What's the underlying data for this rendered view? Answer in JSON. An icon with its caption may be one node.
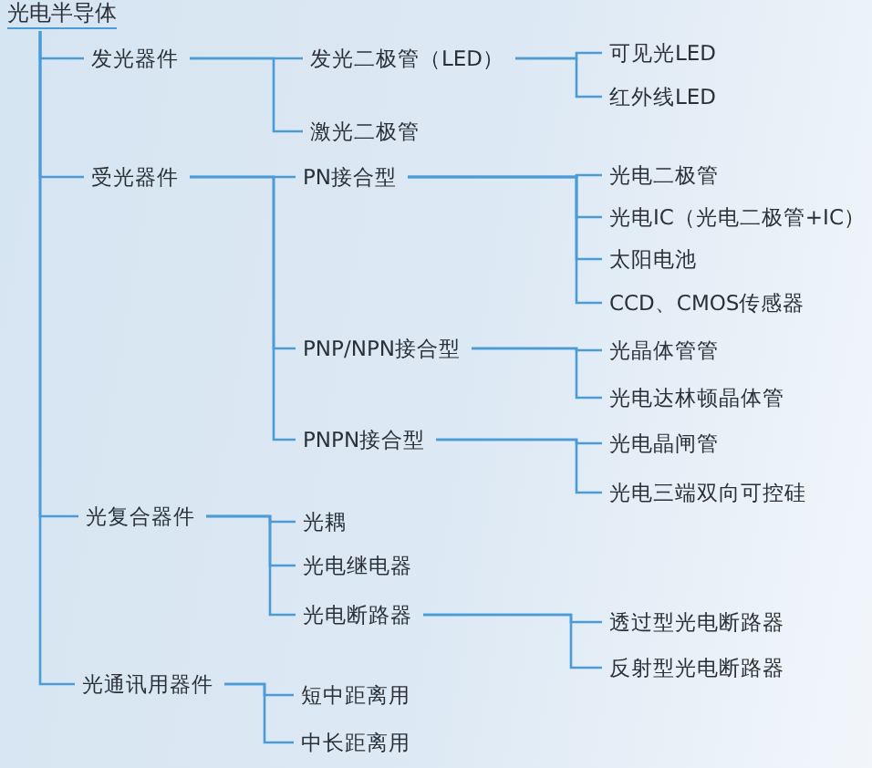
{
  "diagram": {
    "nodes": [
      {
        "text": [
          "光电半导体"
        ]
      },
      {
        "text": [
          "发光器件"
        ]
      },
      {
        "text": [
          "发光二极管（LED）"
        ]
      },
      {
        "text": [
          "可见光LED"
        ]
      },
      {
        "text": [
          "红外线LED"
        ]
      },
      {
        "text": [
          "激光二极管"
        ]
      },
      {
        "text": [
          "受光器件"
        ]
      },
      {
        "text": [
          "PN接合型"
        ]
      },
      {
        "text": [
          "光电二极管"
        ]
      },
      {
        "text": [
          "光电IC（光电二极管+IC）"
        ]
      },
      {
        "text": [
          "太阳电池"
        ]
      },
      {
        "text": [
          "CCD、CMOS传感器"
        ]
      },
      {
        "text": [
          "PNP/NPN接合型"
        ]
      },
      {
        "text": [
          "光晶体管管"
        ]
      },
      {
        "text": [
          "光电达林顿晶体管"
        ]
      },
      {
        "text": [
          "PNPN接合型"
        ]
      },
      {
        "text": [
          "光电晶闸管"
        ]
      },
      {
        "text": [
          "光电三端双向可控硅"
        ]
      },
      {
        "text": [
          "光复合器件"
        ]
      },
      {
        "text": [
          "光耦"
        ]
      },
      {
        "text": [
          "光电继电器"
        ]
      },
      {
        "text": [
          "光电断路器"
        ]
      },
      {
        "text": [
          "透过型光电断路器"
        ]
      },
      {
        "text": [
          "反射型光电断路器"
        ]
      },
      {
        "text": [
          "光通讯用器件"
        ]
      },
      {
        "text": [
          "短中距离用"
        ]
      },
      {
        "text": [
          "中长距离用"
        ]
      }
    ],
    "edges": [
      {
        "from": 0,
        "to": 1,
        "arrow": "none"
      },
      {
        "from": 0,
        "to": 6,
        "arrow": "none"
      },
      {
        "from": 0,
        "to": 18,
        "arrow": "none"
      },
      {
        "from": 0,
        "to": 24,
        "arrow": "none"
      },
      {
        "from": 1,
        "to": 2,
        "arrow": "none"
      },
      {
        "from": 1,
        "to": 5,
        "arrow": "none"
      },
      {
        "from": 2,
        "to": 3,
        "arrow": "none"
      },
      {
        "from": 2,
        "to": 4,
        "arrow": "none"
      },
      {
        "from": 6,
        "to": 7,
        "arrow": "none"
      },
      {
        "from": 6,
        "to": 12,
        "arrow": "none"
      },
      {
        "from": 6,
        "to": 15,
        "arrow": "none"
      },
      {
        "from": 7,
        "to": 8,
        "arrow": "none"
      },
      {
        "from": 7,
        "to": 9,
        "arrow": "none"
      },
      {
        "from": 7,
        "to": 10,
        "arrow": "none"
      },
      {
        "from": 7,
        "to": 11,
        "arrow": "none"
      },
      {
        "from": 12,
        "to": 13,
        "arrow": "none"
      },
      {
        "from": 12,
        "to": 14,
        "arrow": "none"
      },
      {
        "from": 15,
        "to": 16,
        "arrow": "none"
      },
      {
        "from": 15,
        "to": 17,
        "arrow": "none"
      },
      {
        "from": 18,
        "to": 19,
        "arrow": "none"
      },
      {
        "from": 18,
        "to": 20,
        "arrow": "none"
      },
      {
        "from": 18,
        "to": 21,
        "arrow": "none"
      },
      {
        "from": 21,
        "to": 22,
        "arrow": "none"
      },
      {
        "from": 21,
        "to": 23,
        "arrow": "none"
      },
      {
        "from": 24,
        "to": 25,
        "arrow": "none"
      },
      {
        "from": 24,
        "to": 26,
        "arrow": "none"
      }
    ]
  }
}
